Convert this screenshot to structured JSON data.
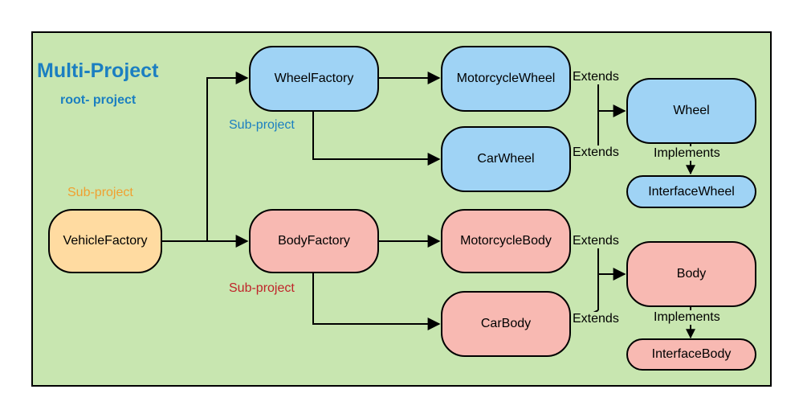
{
  "title": "Multi-Project",
  "subtitle": "root- project",
  "sub_labels": {
    "vehicle": "Sub-project",
    "wheel": "Sub-project",
    "body": "Sub-project"
  },
  "nodes": {
    "vehicle_factory": "VehicleFactory",
    "wheel_factory": "WheelFactory",
    "body_factory": "BodyFactory",
    "motorcycle_wheel": "MotorcycleWheel",
    "car_wheel": "CarWheel",
    "motorcycle_body": "MotorcycleBody",
    "car_body": "CarBody",
    "wheel": "Wheel",
    "body": "Body",
    "interface_wheel": "InterfaceWheel",
    "interface_body": "InterfaceBody"
  },
  "edge_labels": {
    "extends": "Extends",
    "implements": "Implements"
  },
  "colors": {
    "background": "#c8e6b0",
    "title": "#1b7fc1",
    "orange_node": "#ffdba1",
    "blue_node": "#9fd3f5",
    "red_node": "#f8b9b2",
    "orange_label": "#f0a030",
    "blue_label": "#1b7fc1",
    "red_label": "#c0242a"
  }
}
